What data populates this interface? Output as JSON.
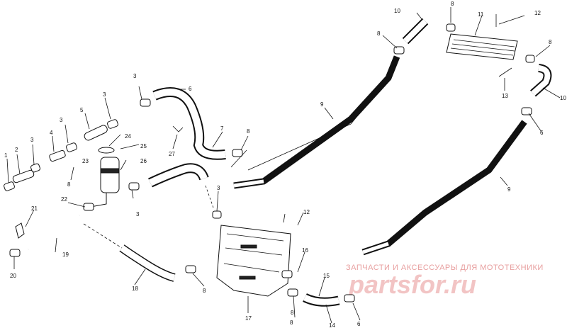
{
  "diagram": {
    "callouts": [
      "1",
      "2",
      "3",
      "3",
      "4",
      "5",
      "3",
      "24",
      "25",
      "23",
      "26",
      "8",
      "22",
      "3",
      "21",
      "19",
      "20",
      "18",
      "3",
      "6",
      "27",
      "7",
      "8",
      "3",
      "8",
      "17",
      "8",
      "16",
      "15",
      "8",
      "14",
      "6",
      "12",
      "9",
      "9",
      "8",
      "10",
      "8",
      "11",
      "12",
      "8",
      "10",
      "13",
      "6"
    ]
  },
  "watermark": {
    "tagline": "ЗАПЧАСТИ И АКСЕССУАРЫ ДЛЯ МОТОТЕХНИКИ",
    "logo": "partsfor.ru"
  }
}
